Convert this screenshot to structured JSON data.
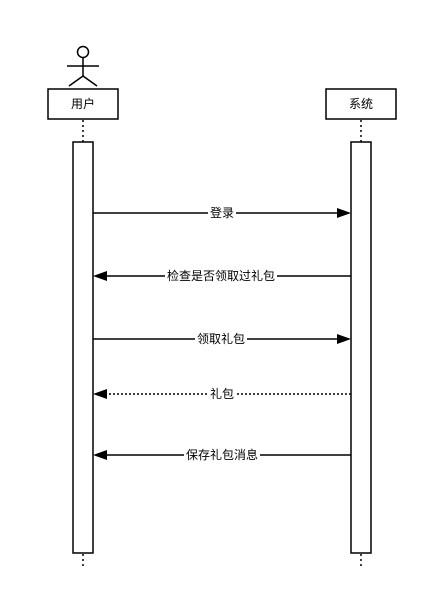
{
  "participants": {
    "user": {
      "label": "用户"
    },
    "system": {
      "label": "系统"
    }
  },
  "messages": [
    {
      "label": "登录",
      "from": "user",
      "to": "system",
      "style": "solid"
    },
    {
      "label": "检查是否领取过礼包",
      "from": "system",
      "to": "user",
      "style": "solid"
    },
    {
      "label": "领取礼包",
      "from": "user",
      "to": "system",
      "style": "solid"
    },
    {
      "label": "礼包",
      "from": "system",
      "to": "user",
      "style": "dotted"
    },
    {
      "label": "保存礼包消息",
      "from": "system",
      "to": "user",
      "style": "solid"
    }
  ],
  "colors": {
    "line": "#000000",
    "background": "#ffffff"
  }
}
